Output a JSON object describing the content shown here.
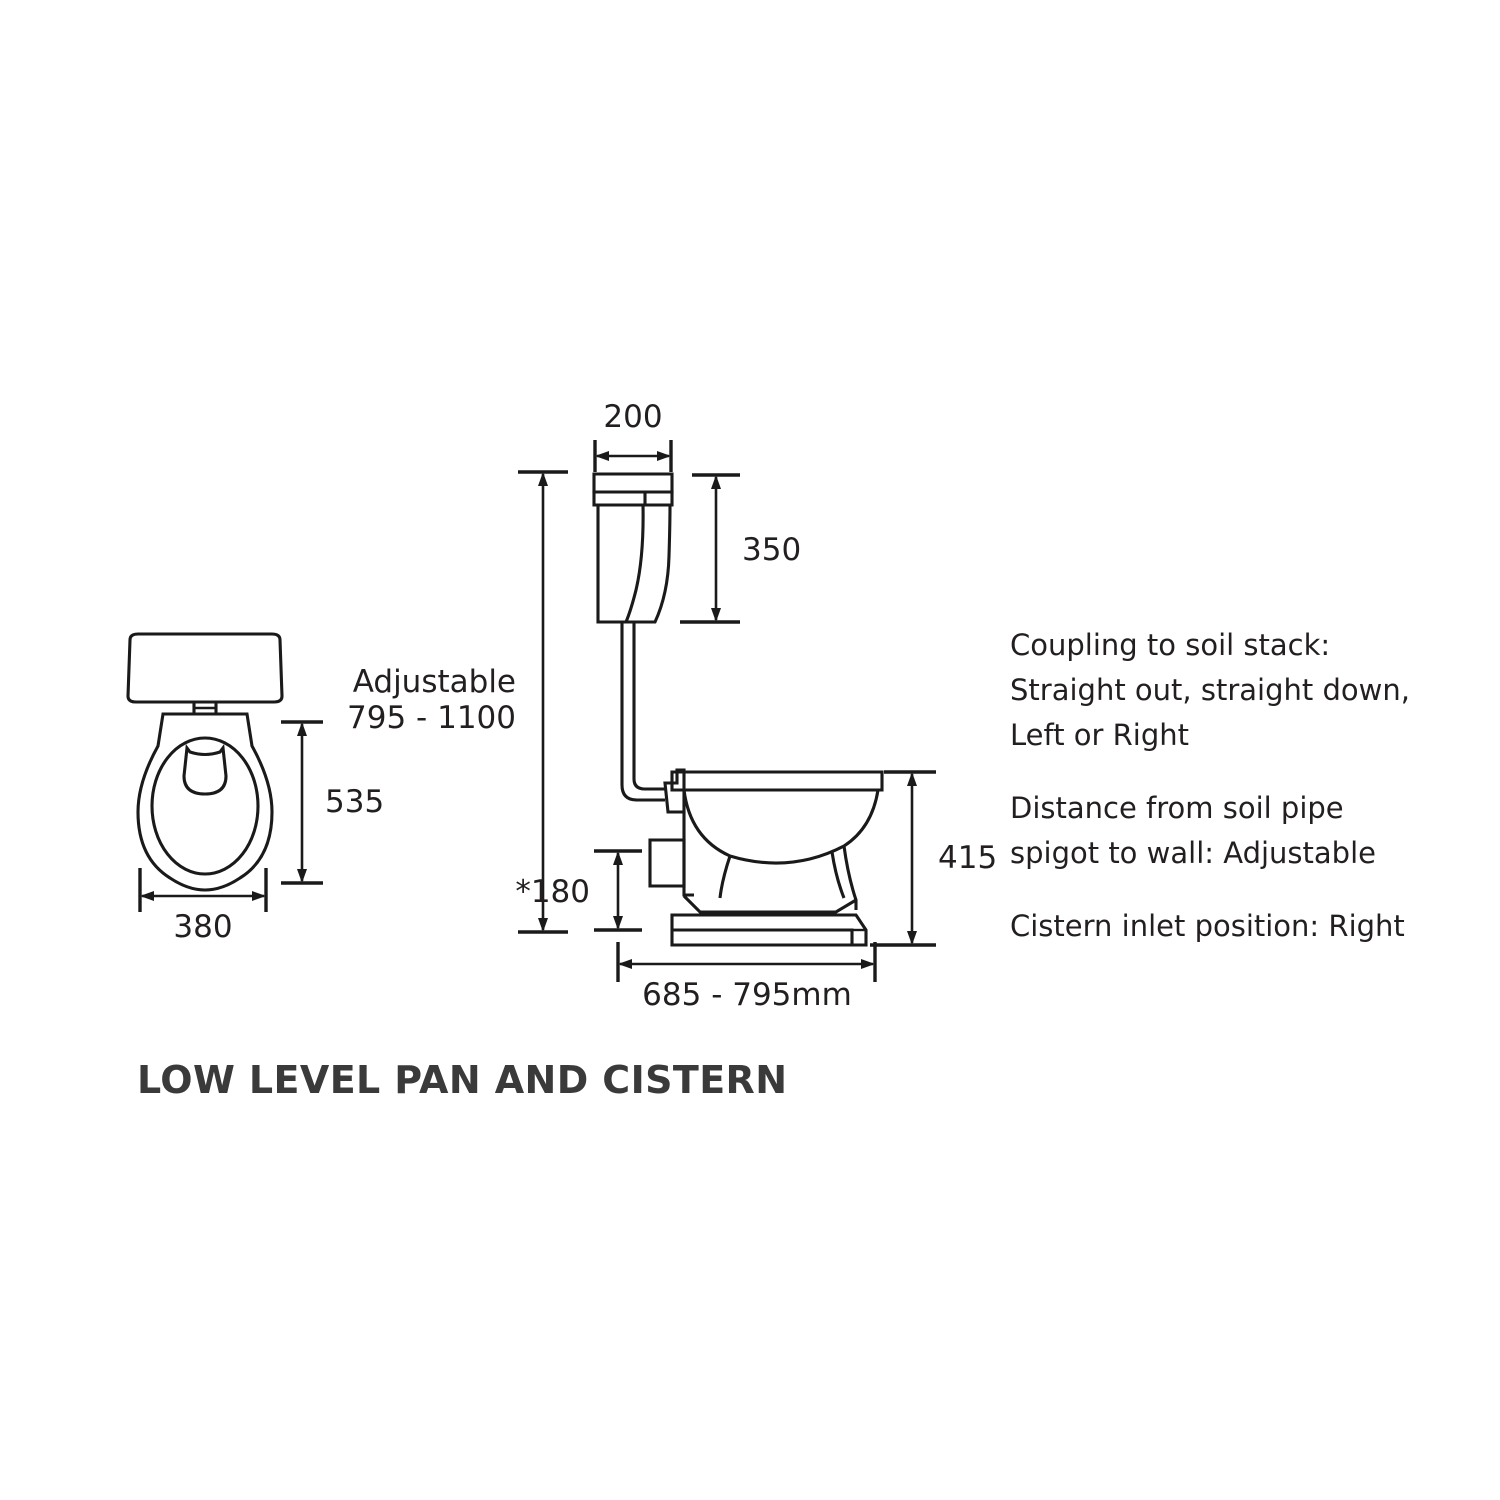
{
  "title": "LOW LEVEL PAN AND CISTERN",
  "views": {
    "plan": {
      "name": "plan-view",
      "dimensions": {
        "width": "380",
        "depth": "535"
      }
    },
    "elevation": {
      "name": "side-elevation-view",
      "dimensions": {
        "cistern_width": "200",
        "cistern_height": "350",
        "seat_height": "415",
        "spigot_height": "*180",
        "projection": "685 - 795mm",
        "cistern_height_above_floor_label": "Adjustable",
        "cistern_height_above_floor_value": "795 - 1100"
      }
    }
  },
  "notes": [
    {
      "id": "note-coupling",
      "lines": [
        "Coupling to soil stack:",
        "Straight out, straight down,",
        "Left or Right"
      ]
    },
    {
      "id": "note-soil-pipe-distance",
      "lines": [
        "Distance from soil pipe",
        "spigot to wall: Adjustable"
      ]
    },
    {
      "id": "note-cistern-inlet",
      "lines": [
        "Cistern inlet position: Right"
      ]
    }
  ],
  "colors": {
    "line": "#1a1a1a",
    "title": "#3a3a3a",
    "text": "#231f20",
    "background": "#ffffff"
  }
}
